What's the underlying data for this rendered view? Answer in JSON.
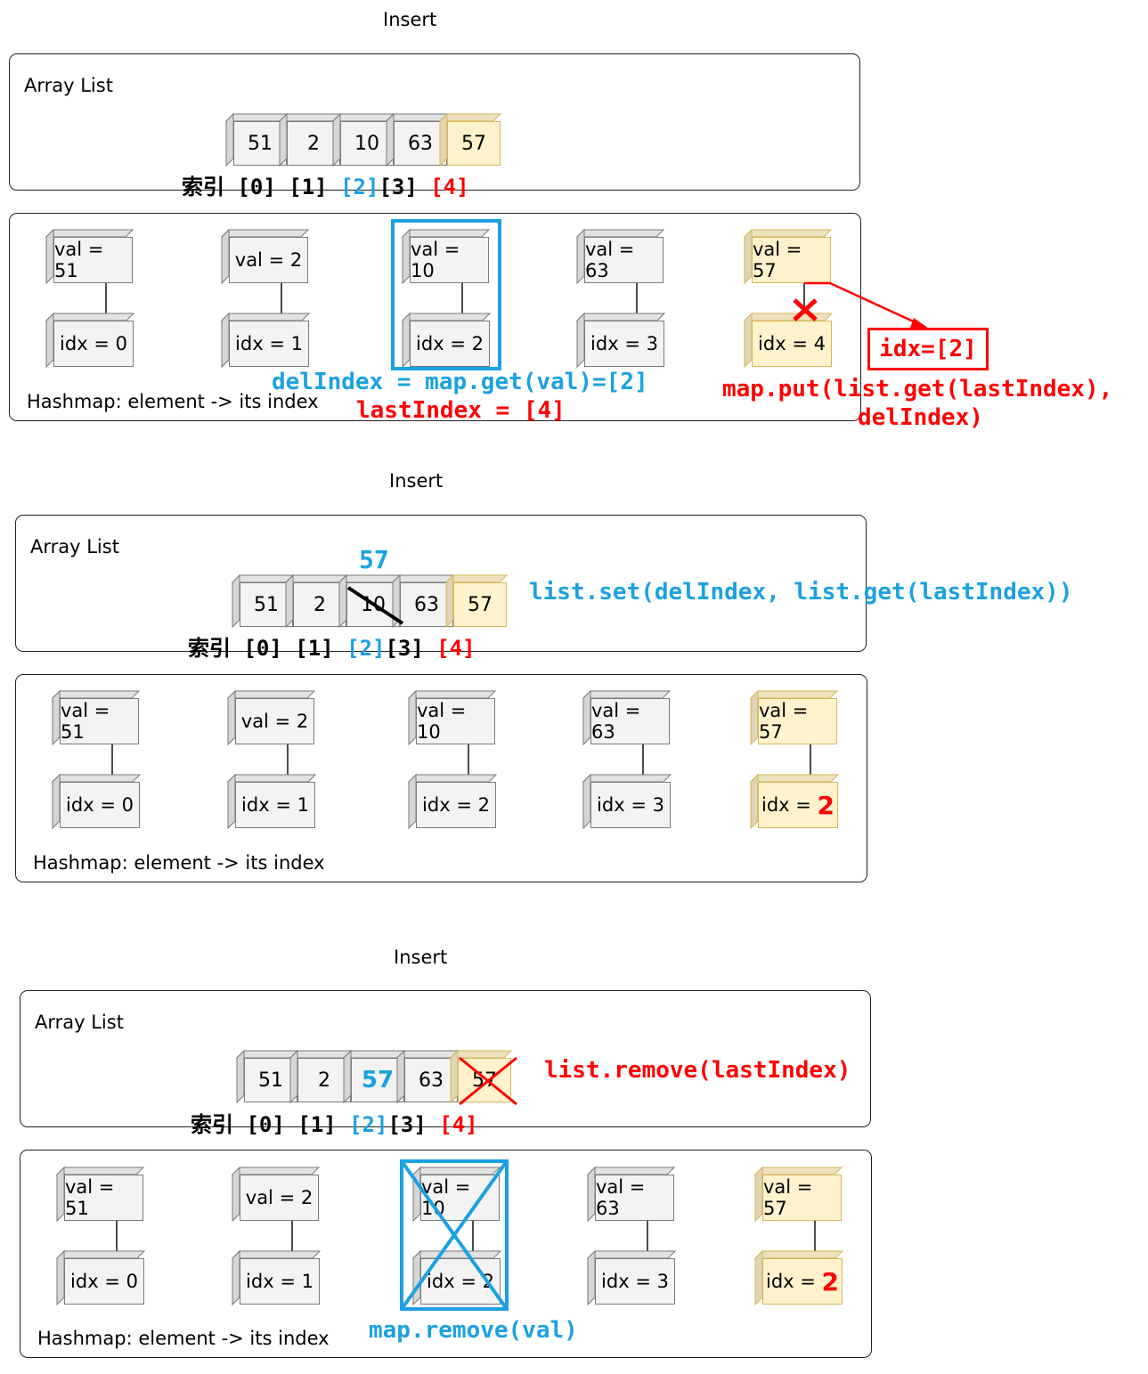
{
  "sections": [
    {
      "title": "Insert",
      "array_label": "Array List",
      "array_cells": [
        "51",
        "2",
        "10",
        "63",
        "57"
      ],
      "index_prefix": "索引",
      "index_labels": [
        "[0]",
        "[1]",
        "[2]",
        "[3]",
        "[4]"
      ],
      "map_label": "Hashmap: element -> its index",
      "vals": [
        "val = 51",
        "val = 2",
        "val = 10",
        "val = 63",
        "val = 57"
      ],
      "idxs": [
        "idx = 0",
        "idx = 1",
        "idx = 2",
        "idx = 3",
        "idx = 4"
      ],
      "annotations": {
        "del_index": "delIndex = map.get(val)=[2]",
        "last_index": "lastIndex = [4]",
        "idx_box": "idx=[2]",
        "map_put_1": "map.put(list.get(lastIndex),",
        "map_put_2": "delIndex)"
      }
    },
    {
      "title": "Insert",
      "array_label": "Array List",
      "array_cells": [
        "51",
        "2",
        "10",
        "63",
        "57"
      ],
      "replacement": "57",
      "index_prefix": "索引",
      "index_labels": [
        "[0]",
        "[1]",
        "[2]",
        "[3]",
        "[4]"
      ],
      "map_label": "Hashmap: element -> its index",
      "vals": [
        "val = 51",
        "val = 2",
        "val = 10",
        "val = 63",
        "val = 57"
      ],
      "idxs": [
        "idx = 0",
        "idx = 1",
        "idx = 2",
        "idx = 3",
        "idx = "
      ],
      "idx_highlight": "2",
      "annotations": {
        "list_set": "list.set(delIndex, list.get(lastIndex))"
      }
    },
    {
      "title": "Insert",
      "array_label": "Array List",
      "array_cells": [
        "51",
        "2",
        "57",
        "63",
        "57"
      ],
      "index_prefix": "索引",
      "index_labels": [
        "[0]",
        "[1]",
        "[2]",
        "[3]",
        "[4]"
      ],
      "map_label": "Hashmap: element -> its index",
      "vals": [
        "val = 51",
        "val = 2",
        "val = 10",
        "val = 63",
        "val = 57"
      ],
      "idxs": [
        "idx = 0",
        "idx = 1",
        "idx = 2",
        "idx = 3",
        "idx = "
      ],
      "idx_highlight": "2",
      "annotations": {
        "list_remove": "list.remove(lastIndex)",
        "map_remove": "map.remove(val)"
      }
    }
  ],
  "colors": {
    "blue": "#1ba1e2",
    "red": "#ff0000",
    "yellow_fill": "#fff2cc",
    "yellow_border": "#d6b656",
    "gray_fill": "#f3f3f3"
  }
}
